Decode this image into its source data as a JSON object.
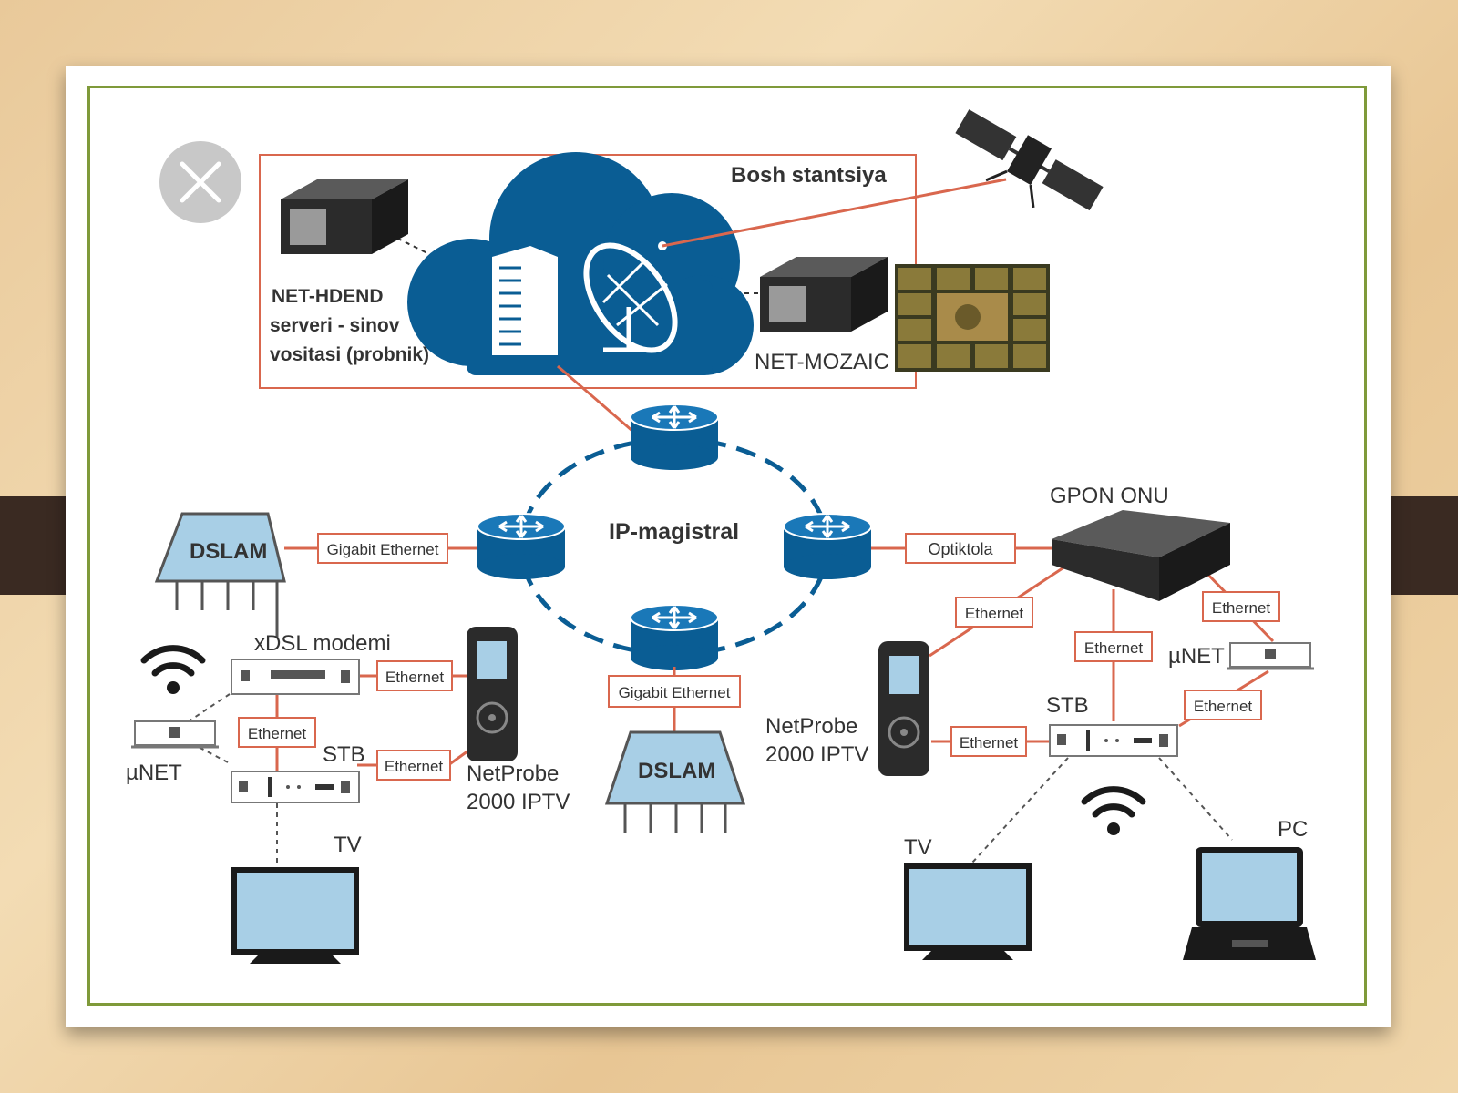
{
  "head_end": {
    "title": "Bosh stantsiya",
    "hdend_label": [
      "NET-HDEND",
      "serveri - sinov",
      "vositasi (probnik)"
    ],
    "mozaic_label": "NET-MOZAIC"
  },
  "backbone": {
    "label": "IP-magistral"
  },
  "left": {
    "dslam": "DSLAM",
    "link_dslam": "Gigabit Ethernet",
    "modem": "xDSL modemi",
    "eth_modem_probe": "Ethernet",
    "eth_modem_stb": "Ethernet",
    "eth_stb_probe": "Ethernet",
    "stb": "STB",
    "unet": "µNET",
    "probe": [
      "NetProbe",
      "2000 IPTV"
    ],
    "tv": "TV"
  },
  "center": {
    "link_dslam": "Gigabit Ethernet",
    "dslam": "DSLAM"
  },
  "right": {
    "link_onu": "Optiktola",
    "onu": "GPON ONU",
    "eth_probe_onu": "Ethernet",
    "eth_onu_stb": "Ethernet",
    "eth_onu_unet": "Ethernet",
    "eth_unet_stb": "Ethernet",
    "eth_probe_stb": "Ethernet",
    "unet": "µNET",
    "stb": "STB",
    "probe": [
      "NetProbe",
      "2000 IPTV"
    ],
    "tv": "TV",
    "pc": "PC"
  },
  "colors": {
    "accent": "#0a5d94",
    "link": "#d9674e",
    "frame": "#7f9a3a",
    "device": "#2b2b2b"
  }
}
